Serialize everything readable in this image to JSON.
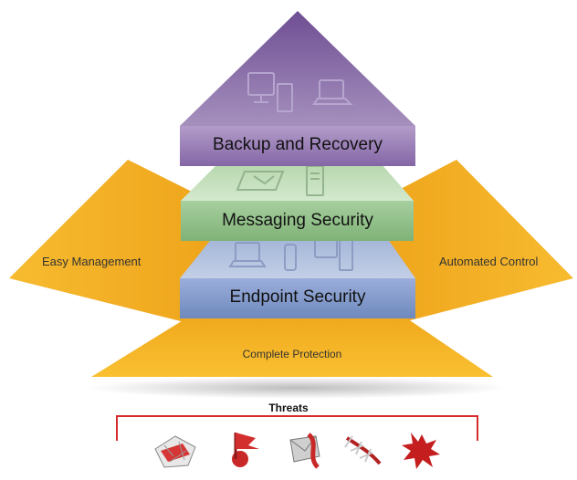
{
  "layers": {
    "backup": {
      "label": "Backup and Recovery",
      "color": "#8d73ad"
    },
    "messaging": {
      "label": "Messaging Security",
      "color": "#96c28e"
    },
    "endpoint": {
      "label": "Endpoint Security",
      "color": "#7f98c8"
    }
  },
  "sides": {
    "left": "Easy Management",
    "right": "Automated Control",
    "base": "Complete Protection",
    "color": "#f5b325"
  },
  "threats": {
    "title": "Threats",
    "bracket_color": "#d62b2b",
    "icons": [
      "shredded-document-icon",
      "spam-flag-icon",
      "envelope-virus-icon",
      "bug-strand-icon",
      "explosion-icon"
    ]
  }
}
